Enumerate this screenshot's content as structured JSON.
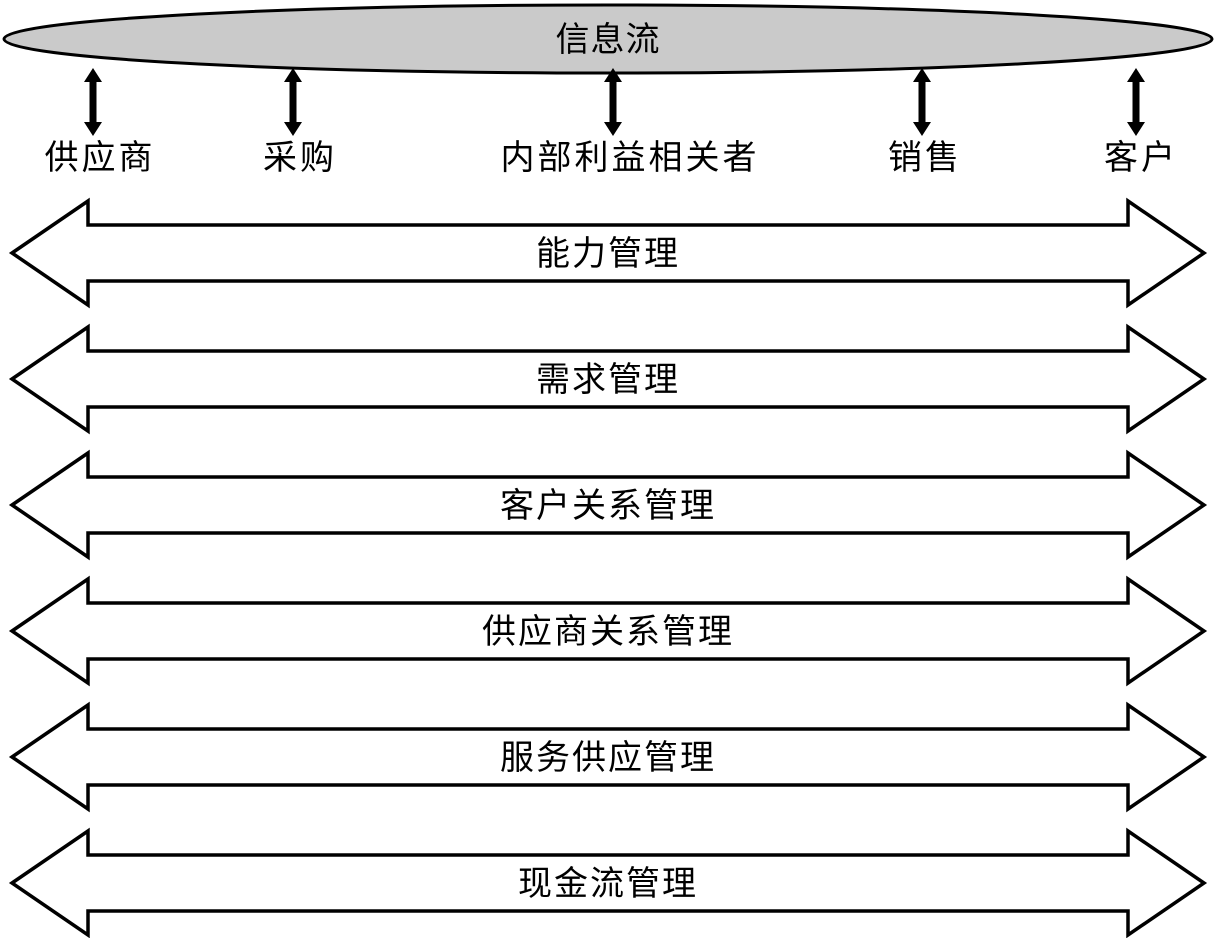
{
  "diagram": {
    "title": "信息流",
    "stakeholders": [
      {
        "label": "供应商"
      },
      {
        "label": "采购"
      },
      {
        "label": "内部利益相关者"
      },
      {
        "label": "销售"
      },
      {
        "label": "客户"
      }
    ],
    "processes": [
      {
        "label": "能力管理"
      },
      {
        "label": "需求管理"
      },
      {
        "label": "客户关系管理"
      },
      {
        "label": "供应商关系管理"
      },
      {
        "label": "服务供应管理"
      },
      {
        "label": "现金流管理"
      }
    ],
    "icons": {
      "vertical_connector": "double-headed-vertical-arrow",
      "process_band": "double-headed-horizontal-arrow"
    },
    "colors": {
      "ellipse_fill": "#CACACA",
      "stroke": "#000000",
      "background": "#FFFFFF",
      "text": "#000000"
    }
  }
}
